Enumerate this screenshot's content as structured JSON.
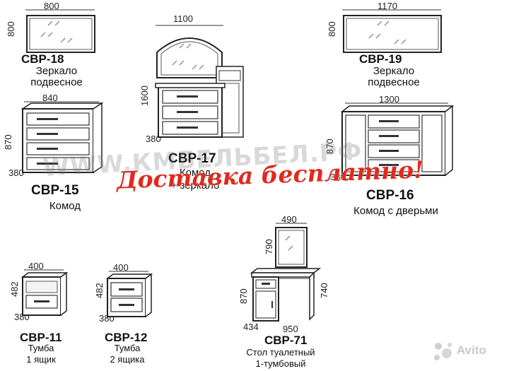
{
  "watermark": "WWW.КМБЕЛЬБЕЛ.РФ",
  "promo": "Доставка бесплатно!",
  "brand": {
    "name": "Avito",
    "color": "#c9c9c9"
  },
  "accent": "#e02a1d",
  "items": {
    "svr18": {
      "code": "СВР-18",
      "name1": "Зеркало",
      "name2": "подвесное",
      "width": "800",
      "height": "800"
    },
    "svr19": {
      "code": "СВР-19",
      "name1": "Зеркало",
      "name2": "подвесное",
      "width": "1170",
      "height": "800"
    },
    "svr17": {
      "code": "СВР-17",
      "name1": "Комод",
      "name2": "+ зеркало",
      "width": "1100",
      "height": "1600",
      "depth": "380"
    },
    "svr15": {
      "code": "СВР-15",
      "name1": "Комод",
      "width": "840",
      "height": "870",
      "depth": "380"
    },
    "svr16": {
      "code": "СВР-16",
      "name1": "Комод с дверьми",
      "width": "1300",
      "height": "870",
      "depth": "380"
    },
    "svr11": {
      "code": "СВР-11",
      "name1": "Тумба",
      "name2": "1 ящик",
      "width": "400",
      "height": "482",
      "depth": "380"
    },
    "svr12": {
      "code": "СВР-12",
      "name1": "Тумба",
      "name2": "2 ящика",
      "width": "400",
      "height": "482",
      "depth": "380"
    },
    "svr71": {
      "code": "СВР-71",
      "name1": "Стол туалетный",
      "name2": "1-тумбовый",
      "mirror_width": "490",
      "mirror_height": "790",
      "height": "870",
      "table_height": "740",
      "depth": "434",
      "width": "950"
    }
  }
}
